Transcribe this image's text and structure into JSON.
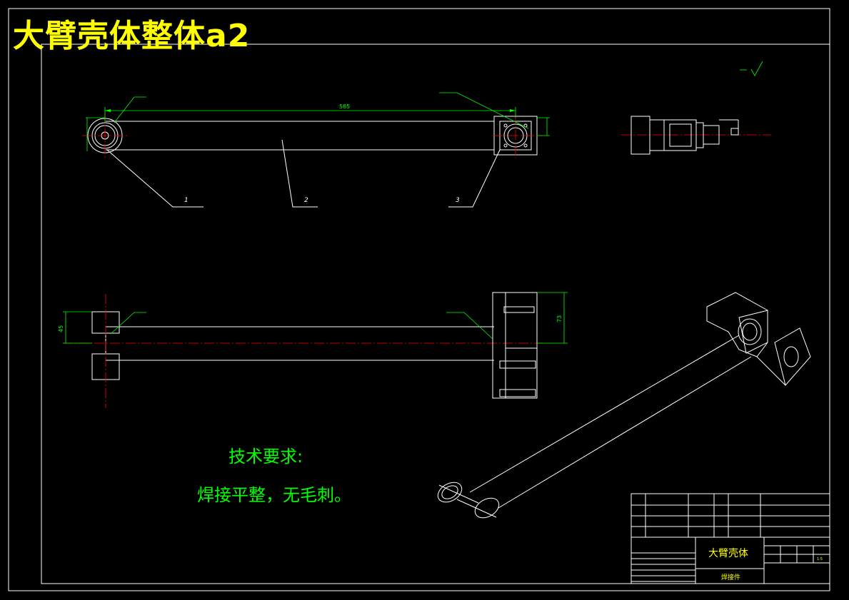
{
  "drawing_title": "大臂壳体整体a2",
  "tech_requirements": {
    "heading": "技术要求:",
    "text": "焊接平整，无毛刺。"
  },
  "dimensions": {
    "length": "585",
    "height": "73",
    "offset": "45"
  },
  "balloons": [
    "1",
    "2",
    "3"
  ],
  "title_block": {
    "part_name": "大臂壳体",
    "part_type": "焊接件",
    "scale": "1:5"
  },
  "colors": {
    "background": "#000000",
    "outline": "#ffffff",
    "dimension": "#00ff00",
    "centerline": "#ff0000",
    "title": "#ffff00"
  }
}
